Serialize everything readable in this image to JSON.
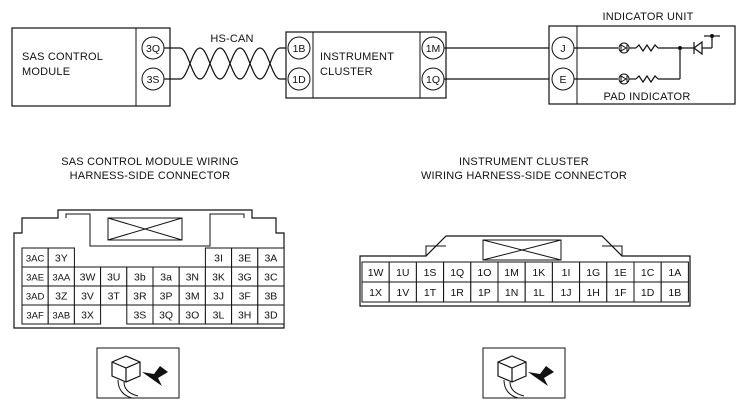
{
  "modules": {
    "sas": {
      "line1": "SAS CONTROL",
      "line2": "MODULE",
      "pin_top": "3Q",
      "pin_bottom": "3S"
    },
    "bus_label": "HS-CAN",
    "cluster": {
      "line1": "INSTRUMENT",
      "line2": "CLUSTER",
      "pin_in_top": "1B",
      "pin_in_bottom": "1D",
      "pin_out_top": "1M",
      "pin_out_bottom": "1Q"
    },
    "indicator": {
      "title": "INDICATOR UNIT",
      "pin_top": "J",
      "pin_bottom": "E",
      "pad_label": "PAD INDICATOR"
    }
  },
  "sas_connector": {
    "caption_line1": "SAS CONTROL MODULE WIRING",
    "caption_line2": "HARNESS-SIDE CONNECTOR",
    "rows": [
      [
        "3AC",
        "3Y",
        "",
        "",
        "",
        "",
        "",
        "3I",
        "3E",
        "3A"
      ],
      [
        "3AE",
        "3AA",
        "3W",
        "3U",
        "3b",
        "3a",
        "3N",
        "3K",
        "3G",
        "3C"
      ],
      [
        "3AD",
        "3Z",
        "3V",
        "3T",
        "3R",
        "3P",
        "3M",
        "3J",
        "3F",
        "3B"
      ],
      [
        "3AF",
        "3AB",
        "3X",
        "",
        "3S",
        "3Q",
        "3O",
        "3L",
        "3H",
        "3D"
      ]
    ]
  },
  "cluster_connector": {
    "caption_line1": "INSTRUMENT CLUSTER",
    "caption_line2": "WIRING HARNESS-SIDE CONNECTOR",
    "rows": [
      [
        "1W",
        "1U",
        "1S",
        "1Q",
        "1O",
        "1M",
        "1K",
        "1I",
        "1G",
        "1E",
        "1C",
        "1A"
      ],
      [
        "1X",
        "1V",
        "1T",
        "1R",
        "1P",
        "1N",
        "1L",
        "1J",
        "1H",
        "1F",
        "1D",
        "1B"
      ]
    ]
  }
}
